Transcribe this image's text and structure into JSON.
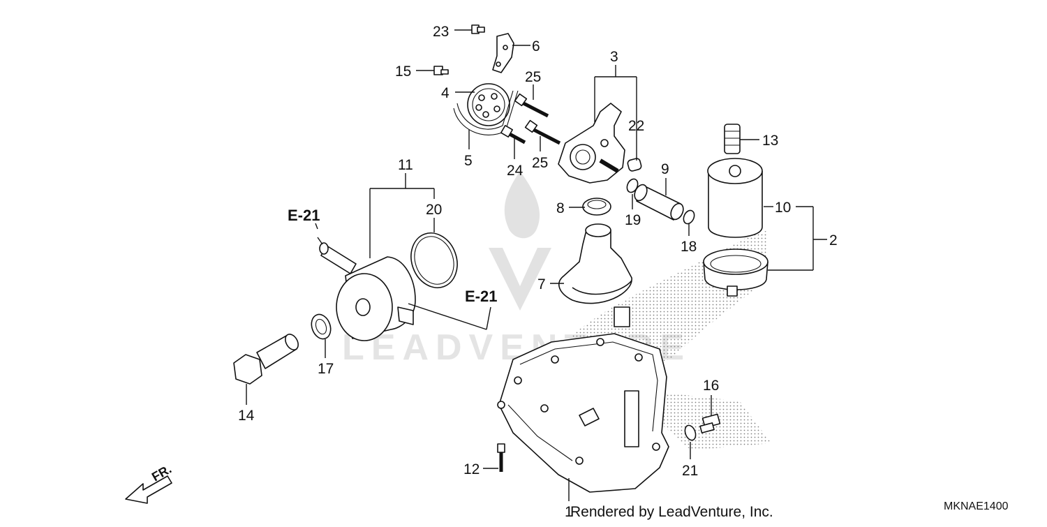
{
  "diagram": {
    "code": "MKNAE1400",
    "credit": "Rendered by LeadVenture, Inc.",
    "watermark_text": "LEADVENTURE",
    "direction_label": "FR.",
    "references": [
      {
        "id": "ref-e21-top",
        "label": "E-21"
      },
      {
        "id": "ref-e21-right",
        "label": "E-21"
      }
    ],
    "callouts": [
      "23",
      "6",
      "15",
      "4",
      "25",
      "3",
      "22",
      "5",
      "24",
      "25",
      "13",
      "9",
      "11",
      "20",
      "8",
      "10",
      "2",
      "19",
      "18",
      "7",
      "17",
      "14",
      "16",
      "12",
      "21",
      "1"
    ]
  }
}
